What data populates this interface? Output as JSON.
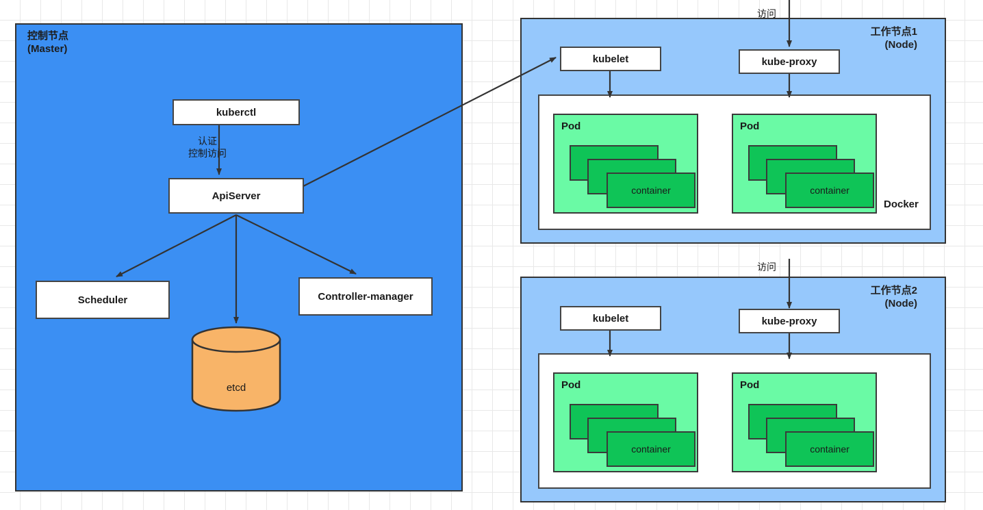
{
  "diagram": {
    "title": "Kubernetes Cluster Architecture",
    "colors": {
      "master_fill": "#3B8FF3",
      "node_fill": "#96C8FC",
      "pod_fill": "#6AFAA5",
      "container_fill": "#0FC457",
      "etcd_fill": "#F8B468",
      "box_fill": "#FFFFFF",
      "stroke": "#333333",
      "grid": "#E8E8E8"
    }
  },
  "master": {
    "label": "控制节点\n(Master)",
    "components": {
      "kubectl": "kuberctl",
      "apiserver": "ApiServer",
      "scheduler": "Scheduler",
      "controller_manager": "Controller-manager",
      "etcd": "etcd"
    },
    "edges": {
      "kubectl_to_apiserver": "认证\n控制访问"
    }
  },
  "nodes": [
    {
      "label": "工作节点1\n(Node)",
      "ingress_label": "访问",
      "runtime_label": "Docker",
      "components": {
        "kubelet": "kubelet",
        "kube_proxy": "kube-proxy"
      },
      "pods": [
        {
          "label": "Pod",
          "containers": [
            "",
            "",
            "container"
          ]
        },
        {
          "label": "Pod",
          "containers": [
            "",
            "",
            "container"
          ]
        }
      ]
    },
    {
      "label": "工作节点2\n(Node)",
      "ingress_label": "访问",
      "runtime_label": "",
      "components": {
        "kubelet": "kubelet",
        "kube_proxy": "kube-proxy"
      },
      "pods": [
        {
          "label": "Pod",
          "containers": [
            "",
            "",
            "container"
          ]
        },
        {
          "label": "Pod",
          "containers": [
            "",
            "",
            "container"
          ]
        }
      ]
    }
  ]
}
